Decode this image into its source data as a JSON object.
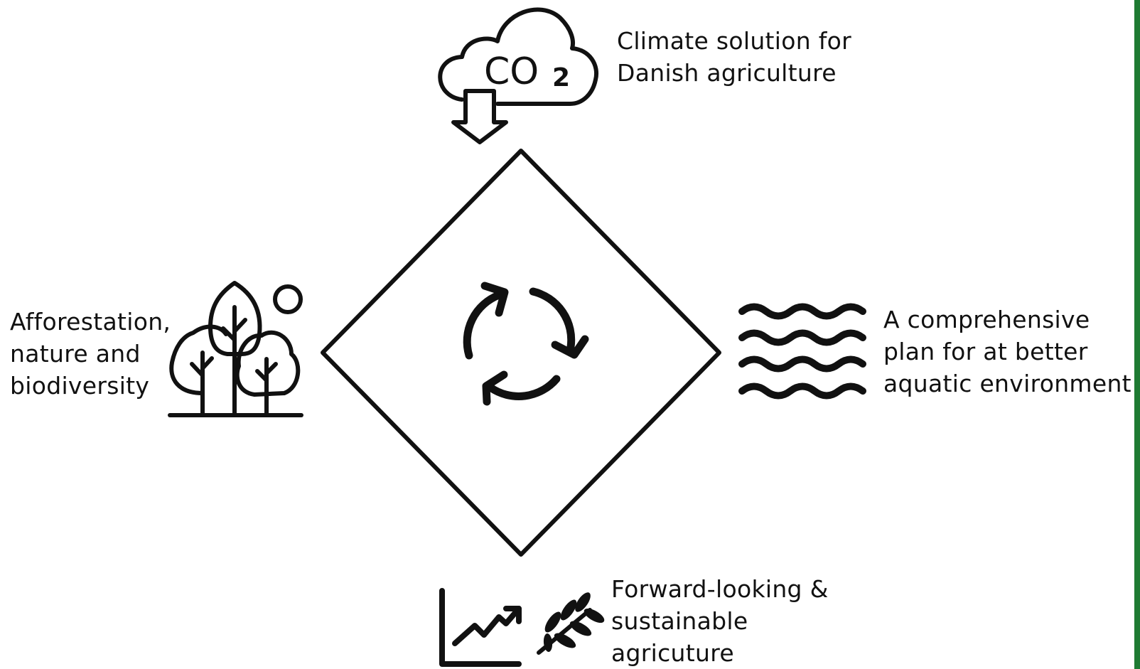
{
  "colors": {
    "accent_edge": "#1e7a32",
    "stroke": "#111111",
    "background": "#ffffff"
  },
  "center": {
    "icon": "recycle-arrows-icon"
  },
  "top": {
    "icon": "co2-cloud-down-arrow-icon",
    "icon_text": "CO",
    "icon_subscript": "2",
    "lines": [
      "Climate solution for",
      "Danish agriculture"
    ]
  },
  "left": {
    "icon": "trees-sun-icon",
    "lines": [
      "Afforestation,",
      "nature and",
      "biodiversity"
    ]
  },
  "right": {
    "icon": "water-waves-icon",
    "lines": [
      "A comprehensive",
      "plan for at better",
      "aquatic environment"
    ]
  },
  "bottom": {
    "icons": [
      "growth-chart-icon",
      "wheat-branch-icon"
    ],
    "lines": [
      "Forward-looking &",
      "sustainable",
      "agricuture"
    ]
  }
}
